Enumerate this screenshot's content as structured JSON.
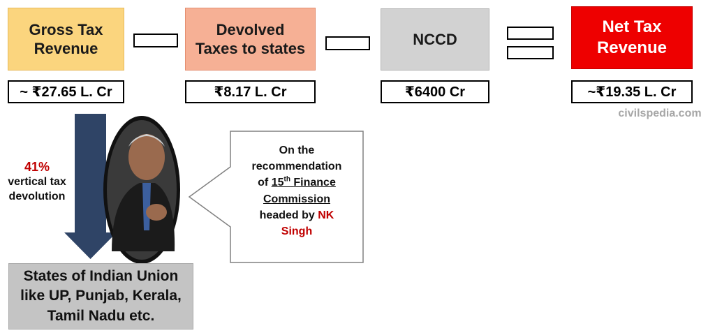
{
  "gross": {
    "line1": "Gross Tax",
    "line2": "Revenue",
    "value": "~ ₹27.65 L. Cr"
  },
  "devolved": {
    "line1": "Devolved",
    "line2": "Taxes to states",
    "value": "₹8.17 L. Cr"
  },
  "nccd": {
    "label": "NCCD",
    "value": "₹6400 Cr"
  },
  "net": {
    "line1": "Net Tax",
    "line2": "Revenue",
    "value": "~₹19.35 L. Cr"
  },
  "watermark": "civilspedia.com",
  "devolution": {
    "percent": "41%",
    "line1": "vertical tax",
    "line2": "devolution"
  },
  "states": {
    "line1": "States of Indian Union",
    "line2": "like UP, Punjab, Kerala,",
    "line3": "Tamil Nadu etc."
  },
  "callout": {
    "line1": "On the",
    "line2": "recommendation",
    "of": "of",
    "fc_num": "15",
    "fc_sup": "th",
    "fc_rest": "Finance",
    "line4": "Commission",
    "headed": "headed by",
    "name1": "NK",
    "name2": "Singh"
  },
  "colors": {
    "gross": "#fbd57e",
    "devolved": "#f6b095",
    "nccd": "#d2d2d2",
    "net": "#ee0000",
    "arrow": "#2f4466",
    "accent_red": "#c00000"
  }
}
